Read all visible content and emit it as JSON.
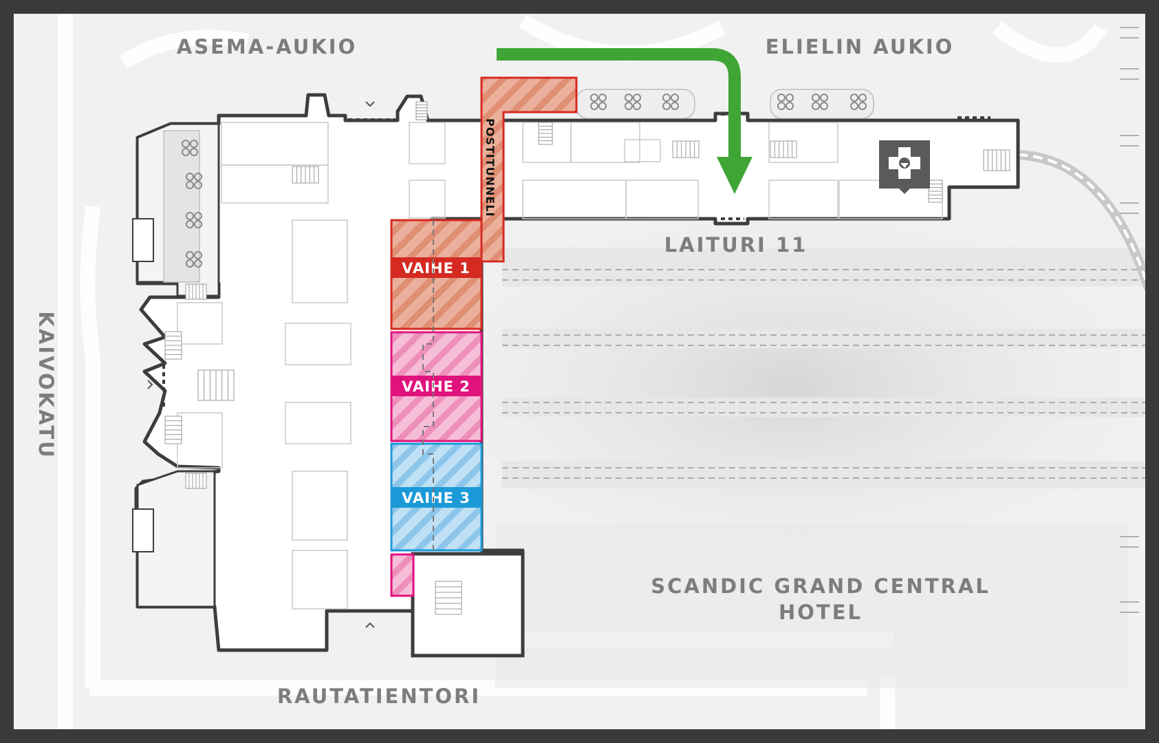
{
  "map": {
    "streets": {
      "asema_aukio": "ASEMA-AUKIO",
      "elielin_aukio": "ELIELIN AUKIO",
      "kaivokatu": "KAIVOKATU",
      "rautatientori": "RAUTATIENTORI"
    },
    "platform_label": "LAITURI 11",
    "hotel": {
      "line1": "SCANDIC GRAND CENTRAL",
      "line2": "HOTEL"
    },
    "tunnel_label": "POSTITUNNELI",
    "phases": [
      {
        "label": "VAIHE 1",
        "color": "#d42a22",
        "fill": "#e9a58c"
      },
      {
        "label": "VAIHE 2",
        "color": "#e0127d",
        "fill": "#f3a9cb"
      },
      {
        "label": "VAIHE 3",
        "color": "#1c9ad8",
        "fill": "#a8d3ef"
      }
    ],
    "route_arrow_color": "#3fa535",
    "icons": {
      "pharmacy": "pharmacy-icon",
      "stairs": "stairs-icon",
      "entrance": "entrance-chevron-icon"
    }
  }
}
